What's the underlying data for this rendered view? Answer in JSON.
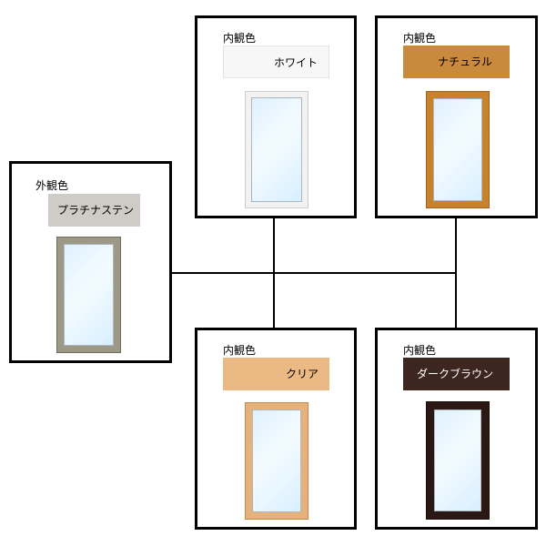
{
  "exterior": {
    "caption": "外観色",
    "color_name": "プラチナステン",
    "color": "#cfcbc6"
  },
  "interior": [
    {
      "caption": "内観色",
      "color_name": "ホワイト",
      "color": "#f7f7f7"
    },
    {
      "caption": "内観色",
      "color_name": "ナチュラル",
      "color": "#c98a3e"
    },
    {
      "caption": "内観色",
      "color_name": "クリア",
      "color": "#ebb984"
    },
    {
      "caption": "内観色",
      "color_name": "ダークブラウン",
      "color": "#3d2620"
    }
  ]
}
